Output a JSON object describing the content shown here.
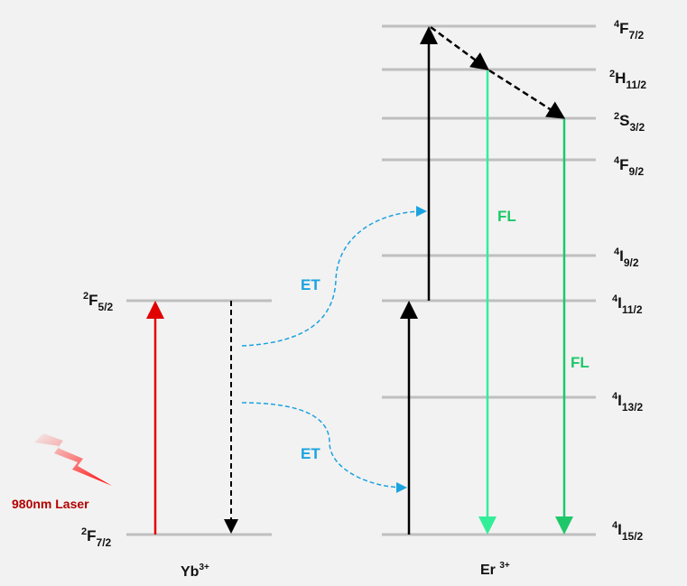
{
  "yb_levels": [
    {
      "sup": "2",
      "main": "F",
      "sub": "5/2"
    },
    {
      "sup": "2",
      "main": "F",
      "sub": "7/2"
    }
  ],
  "er_levels": [
    {
      "sup": "4",
      "main": "F",
      "sub": "7/2"
    },
    {
      "sup": "2",
      "main": "H",
      "sub": "11/2"
    },
    {
      "sup": "2",
      "main": "S",
      "sub": "3/2"
    },
    {
      "sup": "4",
      "main": "F",
      "sub": "9/2"
    },
    {
      "sup": "4",
      "main": "I",
      "sub": "9/2"
    },
    {
      "sup": "4",
      "main": "I",
      "sub": "11/2"
    },
    {
      "sup": "4",
      "main": "I",
      "sub": "13/2"
    },
    {
      "sup": "4",
      "main": "I",
      "sub": "15/2"
    }
  ],
  "labels": {
    "et1": "ET",
    "et2": "ET",
    "fl1": "FL",
    "fl2": "FL",
    "laser": "980nm Laser"
  },
  "ions": {
    "yb_main": "Yb",
    "yb_sup": "3+",
    "er_main": "Er ",
    "er_sup": "3+"
  },
  "colors": {
    "level": "#bfbfbf",
    "pump": "#e00000",
    "et": "#1aa3e0",
    "fl1": "#33ee99",
    "fl2": "#1ec86a",
    "laser_text": "#b30000"
  }
}
